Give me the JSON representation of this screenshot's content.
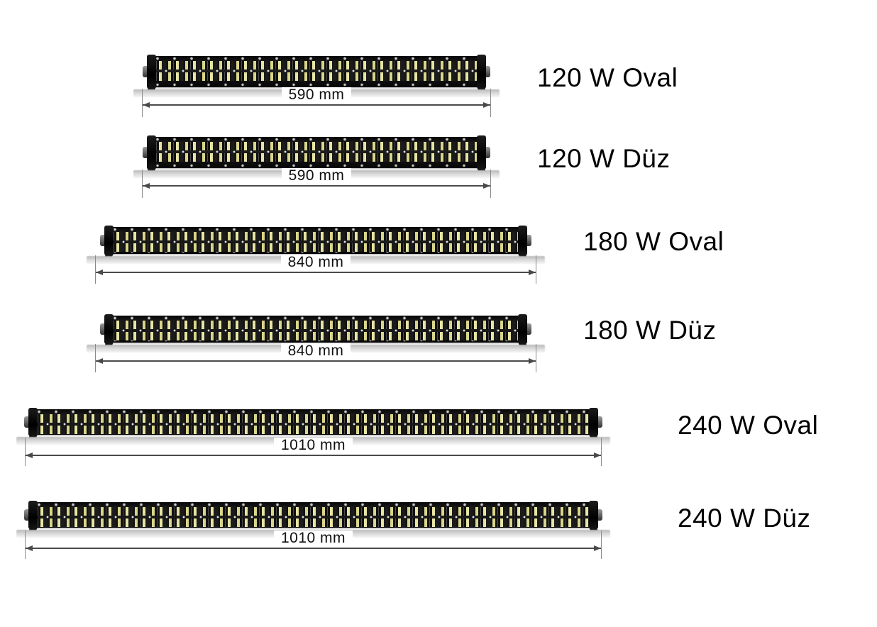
{
  "products": [
    {
      "label": "120 W Oval",
      "length": "590 mm"
    },
    {
      "label": "120 W Düz",
      "length": "590 mm"
    },
    {
      "label": "180 W Oval",
      "length": "840 mm"
    },
    {
      "label": "180 W Düz",
      "length": "840 mm"
    },
    {
      "label": "240 W Oval",
      "length": "1010 mm"
    },
    {
      "label": "240 W Düz",
      "length": "1010 mm"
    }
  ],
  "colors": {
    "background": "#ffffff",
    "bar_housing": "#141414",
    "led_stripe_yellow": "#d9d58a",
    "led_stripe_pale": "#e7e4a4",
    "rivet": "#cfcfcf",
    "reflection_band": "#c4c4c4",
    "dimension_line": "#4a4a4a",
    "dimension_tick": "#8a8a8a",
    "text": "#000000"
  }
}
